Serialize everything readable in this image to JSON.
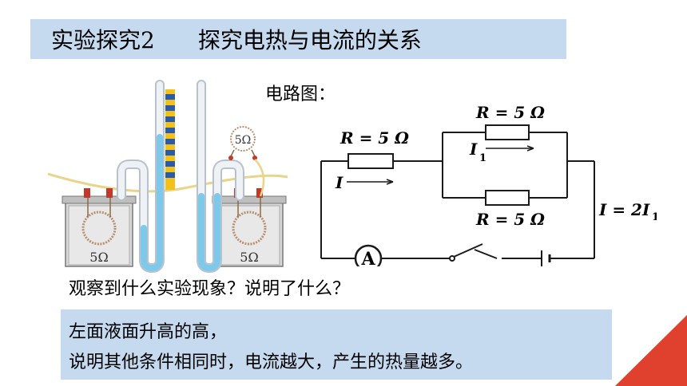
{
  "title": {
    "experiment": "实验探究2",
    "topic": "探究电热与电流的关系"
  },
  "apparatus": {
    "left_resistor": "5Ω",
    "right_resistor": "5Ω",
    "top_resistor": "5Ω"
  },
  "circuit": {
    "label": "电路图：",
    "r_left": "R = 5 Ω",
    "r_top": "R = 5 Ω",
    "r_bottom": "R = 5 Ω",
    "i_main": "I",
    "i_branch": "I",
    "i_branch_sub": "1",
    "i_relation": "I = 2I",
    "i_relation_sub": "1",
    "ammeter": "A"
  },
  "question": "观察到什么实验现象？说明了什么？",
  "answer": {
    "line1": "左面液面升高的高，",
    "line2": "说明其他条件相同时，电流越大，产生的热量越多。"
  },
  "colors": {
    "title_bg": "#c5d9ef",
    "answer_bg": "#c5d9ef",
    "accent": "#e0402e",
    "liquid": "#7ec8ea"
  }
}
